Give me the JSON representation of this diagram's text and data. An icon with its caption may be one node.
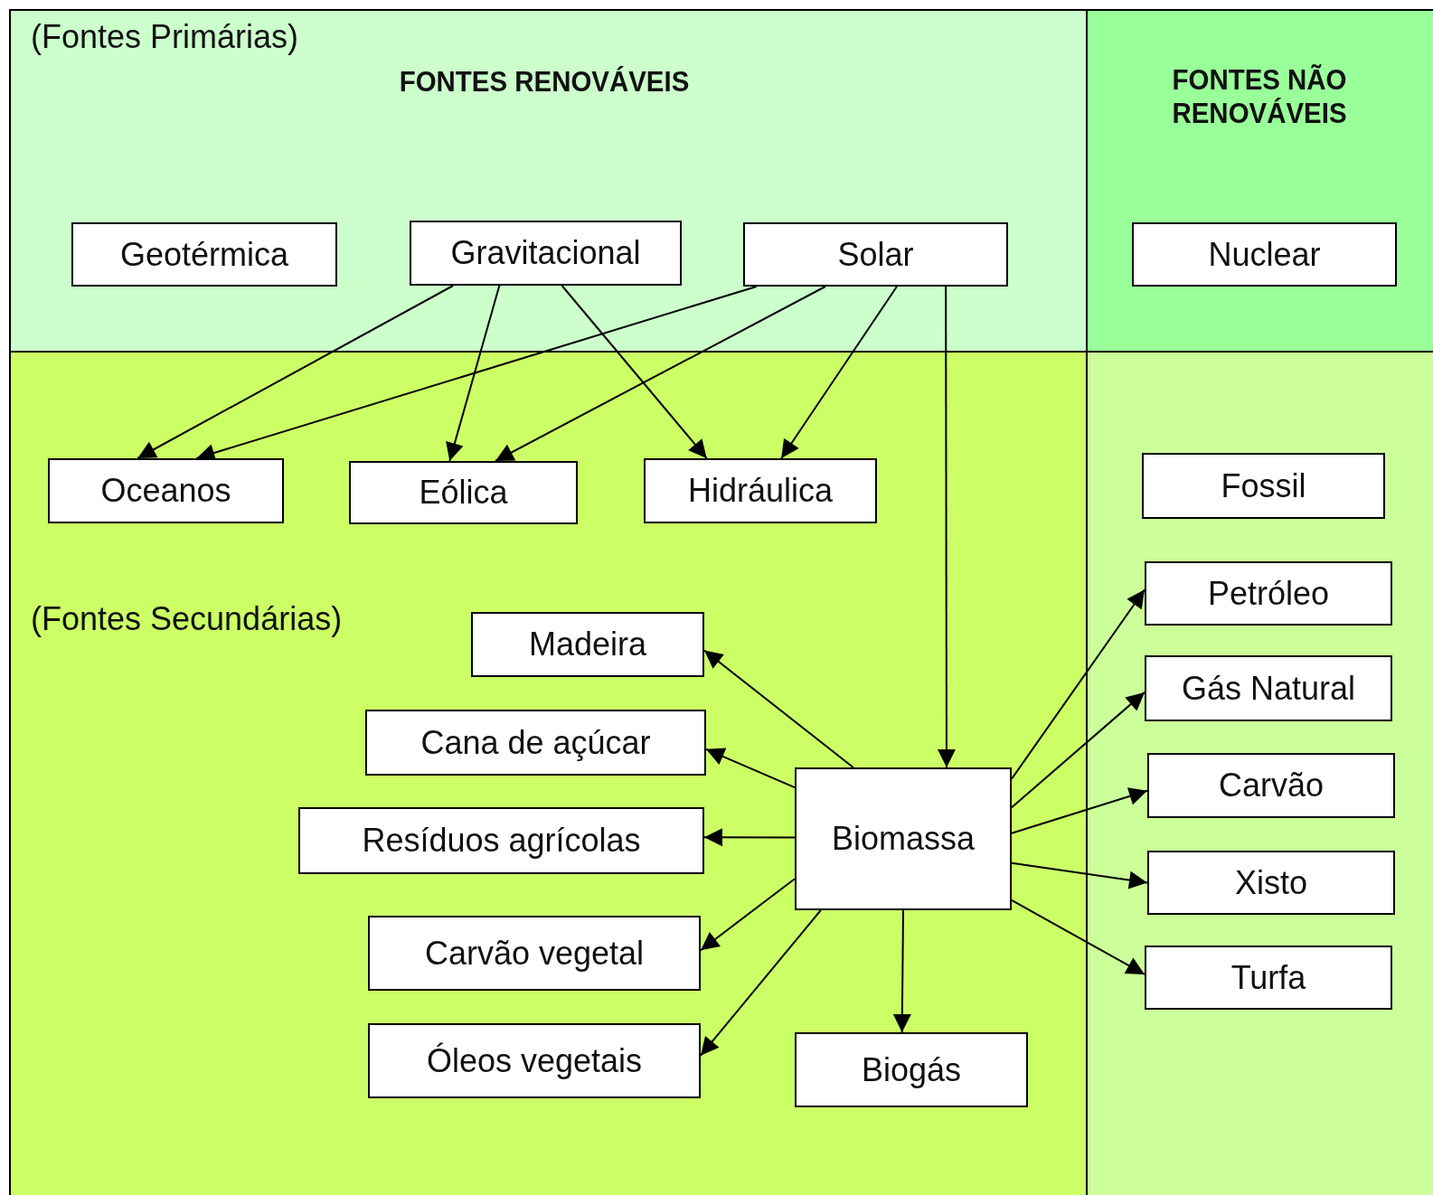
{
  "diagram": {
    "nodes": [
      {
        "text": [
          "(Fontes Primárias)",
          "FONTES RENOVÁVEIS"
        ]
      },
      {
        "text": [
          "Geotérmica"
        ],
        "in": 0
      },
      {
        "text": [
          "Gravitacional"
        ],
        "in": 0
      },
      {
        "text": [
          "Solar"
        ],
        "in": 0
      },
      {
        "text": [
          "FONTES NÃO RENOVÁVEIS"
        ]
      },
      {
        "text": [
          "Nuclear"
        ],
        "in": 4
      },
      {
        "text": [
          "(Fontes Secundárias)"
        ]
      },
      {
        "text": [
          "Oceanos"
        ],
        "in": 6
      },
      {
        "text": [
          "Eólica"
        ],
        "in": 6
      },
      {
        "text": [
          "Hidráulica"
        ],
        "in": 6
      },
      {
        "text": [
          "Madeira"
        ],
        "in": 6
      },
      {
        "text": [
          "Cana de açúcar"
        ],
        "in": 6
      },
      {
        "text": [
          "Biomassa"
        ],
        "in": 6
      },
      {
        "text": [
          "Resíduos agrícolas"
        ],
        "in": 6
      },
      {
        "text": [
          "Carvão vegetal"
        ],
        "in": 6
      },
      {
        "text": [
          "Óleos vegetais"
        ],
        "in": 6
      },
      {
        "text": [
          "Biogás"
        ],
        "in": 6
      },
      {
        "text": [],
        "shape": "box"
      },
      {
        "text": [
          "Fossil"
        ],
        "in": 17
      },
      {
        "text": [
          "Petróleo"
        ],
        "in": 17
      },
      {
        "text": [
          "Gás Natural"
        ],
        "in": 17
      },
      {
        "text": [
          "Carvão"
        ],
        "in": 17
      },
      {
        "text": [
          "Xisto"
        ],
        "in": 17
      },
      {
        "text": [
          "Turfa"
        ],
        "in": 17
      }
    ],
    "edges": [
      {
        "from": 2,
        "to": 7,
        "arrow": "to"
      },
      {
        "from": 2,
        "to": 8,
        "arrow": "to"
      },
      {
        "from": 2,
        "to": 9,
        "arrow": "to"
      },
      {
        "from": 3,
        "to": 7,
        "arrow": "to"
      },
      {
        "from": 3,
        "to": 8,
        "arrow": "to"
      },
      {
        "from": 3,
        "to": 9,
        "arrow": "to"
      },
      {
        "from": 3,
        "to": 12,
        "arrow": "to"
      },
      {
        "from": 12,
        "to": 10,
        "arrow": "to"
      },
      {
        "from": 12,
        "to": 11,
        "arrow": "to"
      },
      {
        "from": 12,
        "to": 13,
        "arrow": "to"
      },
      {
        "from": 12,
        "to": 14,
        "arrow": "to"
      },
      {
        "from": 12,
        "to": 15,
        "arrow": "to"
      },
      {
        "from": 12,
        "to": 16,
        "arrow": "to"
      },
      {
        "from": 12,
        "to": 19,
        "arrow": "to"
      },
      {
        "from": 12,
        "to": 20,
        "arrow": "to"
      },
      {
        "from": 12,
        "to": 21,
        "arrow": "to"
      },
      {
        "from": 12,
        "to": 22,
        "arrow": "to"
      },
      {
        "from": 12,
        "to": 23,
        "arrow": "to"
      }
    ]
  }
}
